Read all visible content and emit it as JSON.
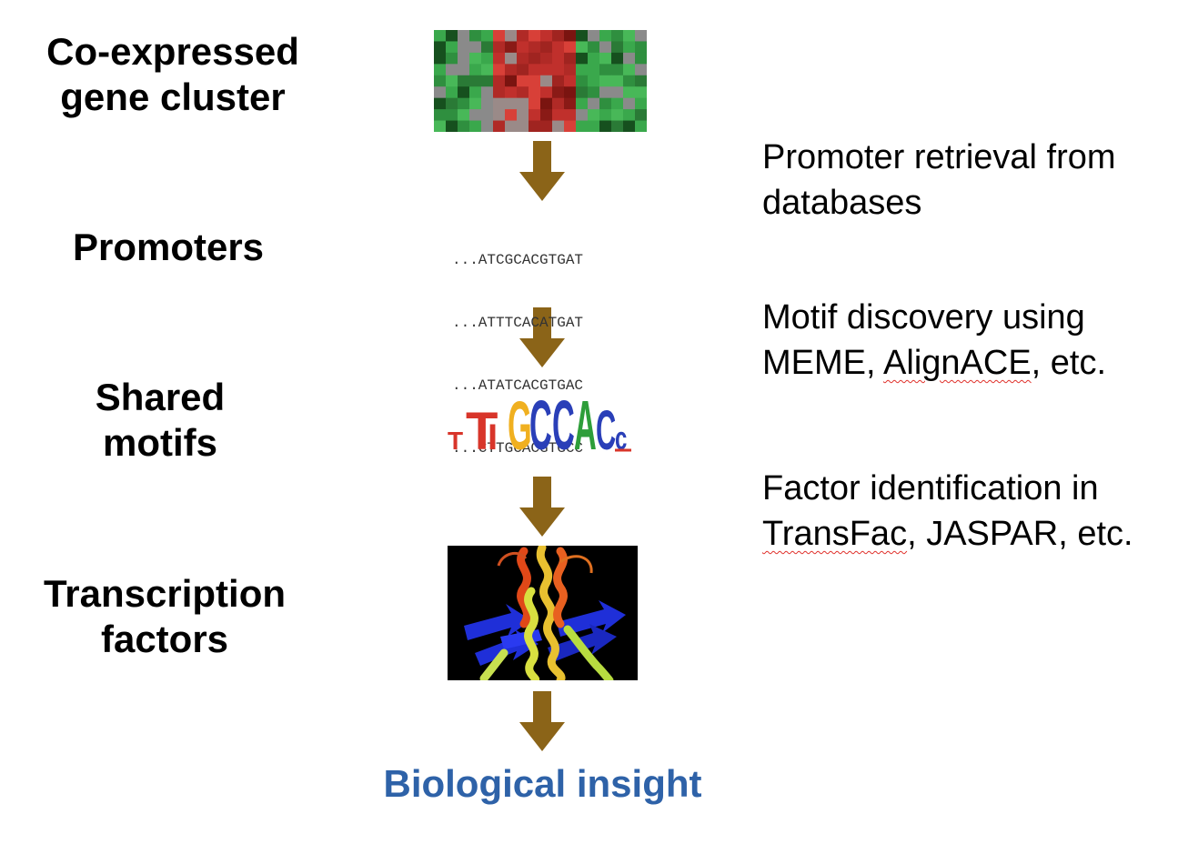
{
  "left_labels": {
    "cluster": [
      "Co-expressed",
      "gene cluster"
    ],
    "promoters": [
      "Promoters"
    ],
    "motifs": [
      "Shared",
      "motifs"
    ],
    "factors": [
      "Transcription",
      "factors"
    ]
  },
  "sequences": [
    "...ATCGCACGTGAT",
    "...ATTTCACATGAT",
    "...ATATCACGTGAC",
    "...CTTGCACGTGCC"
  ],
  "motif_logo": {
    "letters": [
      "T",
      "T",
      "I",
      "G",
      "C",
      "C",
      "A",
      "C",
      "c"
    ],
    "colors": {
      "T": "#d8352a",
      "G": "#f0b020",
      "C": "#2a3fb8",
      "A": "#2e9e3a"
    }
  },
  "steps": {
    "retrieval": [
      "Promoter retrieval from",
      "databases"
    ],
    "discovery": {
      "line1": "Motif discovery using",
      "line2_prefix": "MEME, ",
      "line2_underlined": "AlignACE",
      "line2_suffix": ", etc."
    },
    "identification": {
      "line1": "Factor identification in",
      "line2_underlined": "TransFac",
      "line2_suffix": ", JASPAR, etc."
    }
  },
  "final_label": "Biological insight",
  "colors": {
    "arrow": "#8b6418",
    "final_text": "#2e62a8",
    "heatmap_red": "#c0302c",
    "heatmap_green": "#2f8f3f",
    "protein_blue": "#1f2fd8"
  }
}
